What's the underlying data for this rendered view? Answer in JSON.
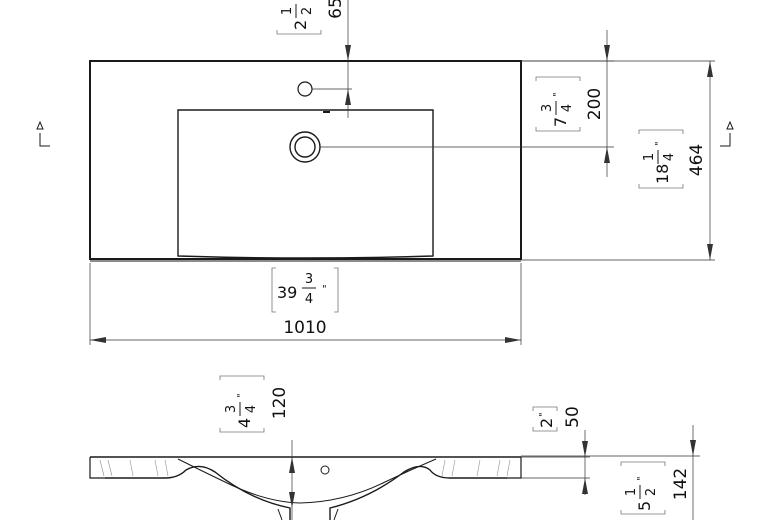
{
  "top_view": {
    "width_mm": "1010",
    "width_in_whole": "39",
    "width_in_num": "3",
    "width_in_den": "4",
    "depth_mm": "464",
    "depth_in_whole": "18",
    "depth_in_num": "1",
    "depth_in_den": "4",
    "drain_offset_mm": "200",
    "drain_offset_in_whole": "7",
    "drain_offset_in_num": "3",
    "drain_offset_in_den": "4",
    "tap_offset_mm": "65",
    "tap_offset_in_whole": "2",
    "tap_offset_in_num": "1",
    "tap_offset_in_den": "2"
  },
  "side_view": {
    "bowl_depth_mm": "120",
    "bowl_depth_in_whole": "4",
    "bowl_depth_in_num": "3",
    "bowl_depth_in_den": "4",
    "rim_mm": "50",
    "rim_in": "2",
    "height_mm": "142",
    "height_in_whole": "5",
    "height_in_num": "1",
    "height_in_den": "2"
  },
  "inch_mark": "\""
}
